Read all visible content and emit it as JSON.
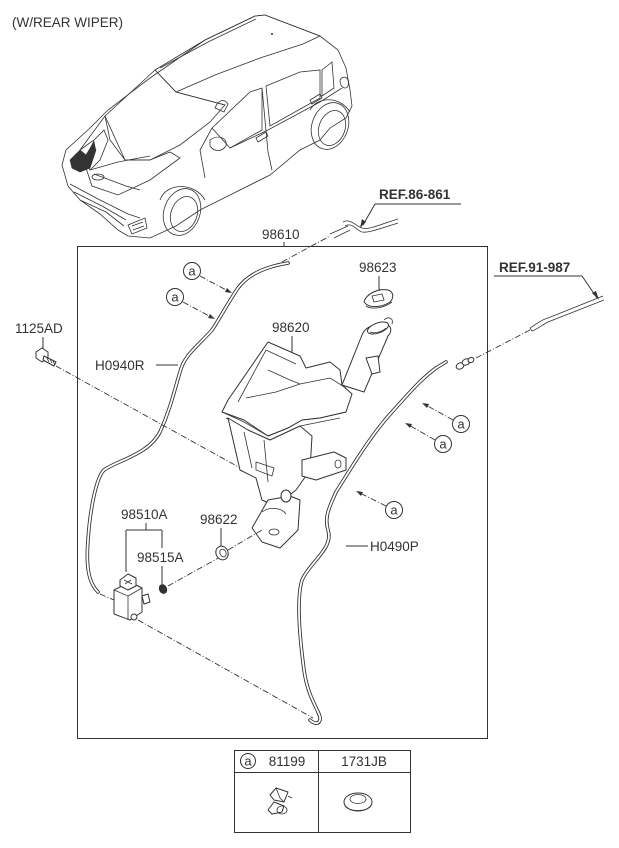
{
  "diagram": {
    "title": "(W/REAR WIPER)",
    "references": [
      {
        "id": "ref-86-861",
        "text": "REF.86-861"
      },
      {
        "id": "ref-91-987",
        "text": "REF.91-987"
      }
    ],
    "part_labels": {
      "p98610": "98610",
      "p98623": "98623",
      "p98620": "98620",
      "p1125AD": "1125AD",
      "pH0940R": "H0940R",
      "p98510A": "98510A",
      "p98515A": "98515A",
      "p98622": "98622",
      "pH0490P": "H0490P"
    },
    "callout_marker": "a",
    "legend_table": {
      "columns": [
        {
          "marker": "a",
          "part_number": "81199",
          "icon": "hose-clip-icon"
        },
        {
          "marker": "",
          "part_number": "1731JB",
          "icon": "grommet-plug-icon"
        }
      ]
    }
  }
}
